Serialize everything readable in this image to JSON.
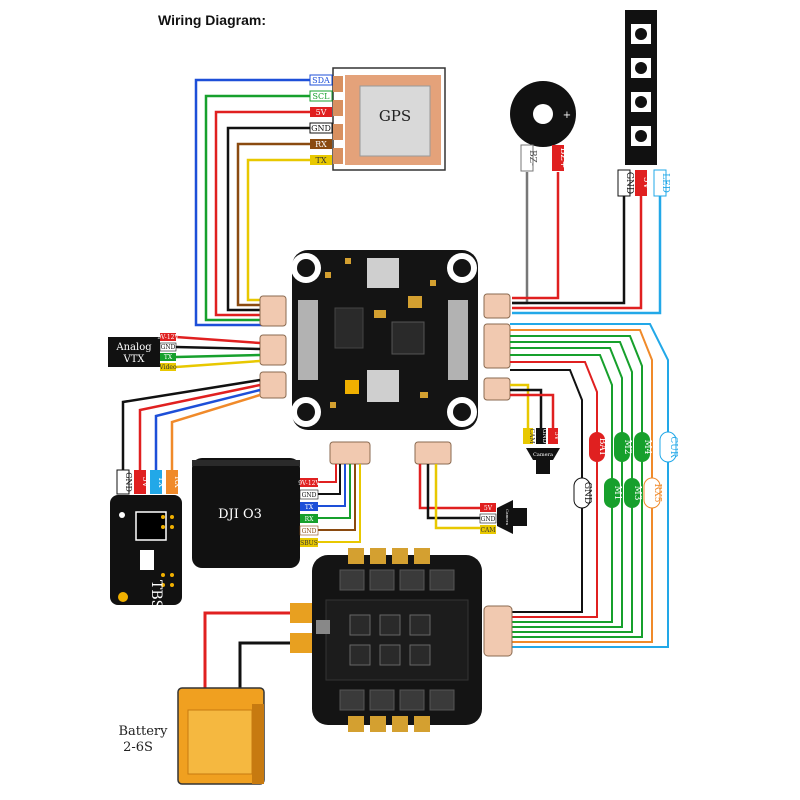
{
  "header": {
    "title": "Wiring Diagram:"
  },
  "gps": {
    "label": "GPS",
    "pins": [
      "SDA",
      "SCL",
      "5V",
      "GND",
      "RX",
      "TX"
    ]
  },
  "buzzer": {
    "pins": [
      "BZ-",
      "BZ+"
    ],
    "plus": "+"
  },
  "led_strip": {
    "pins": [
      "GND",
      "5V",
      "LED"
    ]
  },
  "analog_vtx": {
    "label_line1": "Analog",
    "label_line2": "VTX",
    "pins": [
      "9V-12V",
      "GND",
      "TX",
      "Video"
    ]
  },
  "rx_tbs": {
    "label": "TBS",
    "pins": [
      "GND",
      "5V",
      "TX",
      "RX"
    ]
  },
  "dji": {
    "label": "DJI O3",
    "pins": [
      "9V-12V",
      "GND",
      "TX",
      "RX",
      "GND",
      "SBUS"
    ]
  },
  "cam_top": {
    "pins": [
      "CAM",
      "GND",
      "5V"
    ],
    "label": "Camera"
  },
  "cam_mid": {
    "pins": [
      "5V",
      "GND",
      "CAM"
    ],
    "label": "Camera"
  },
  "esc_wires": {
    "labels": [
      "GND",
      "BAT",
      "CUR",
      "M1",
      "M2",
      "M3",
      "M4",
      "RX5"
    ]
  },
  "battery": {
    "label_line1": "Battery",
    "label_line2": "2-6S"
  },
  "colors": {
    "blue": "#1d4fd8",
    "red": "#e02020",
    "green": "#17a02c",
    "black": "#111111",
    "brown": "#8a4a10",
    "yellow": "#e8c800",
    "orange": "#f08a2a",
    "cyan": "#22a8e8",
    "gray": "#777777",
    "pcb": "#141414",
    "battery": "#f0a020"
  }
}
